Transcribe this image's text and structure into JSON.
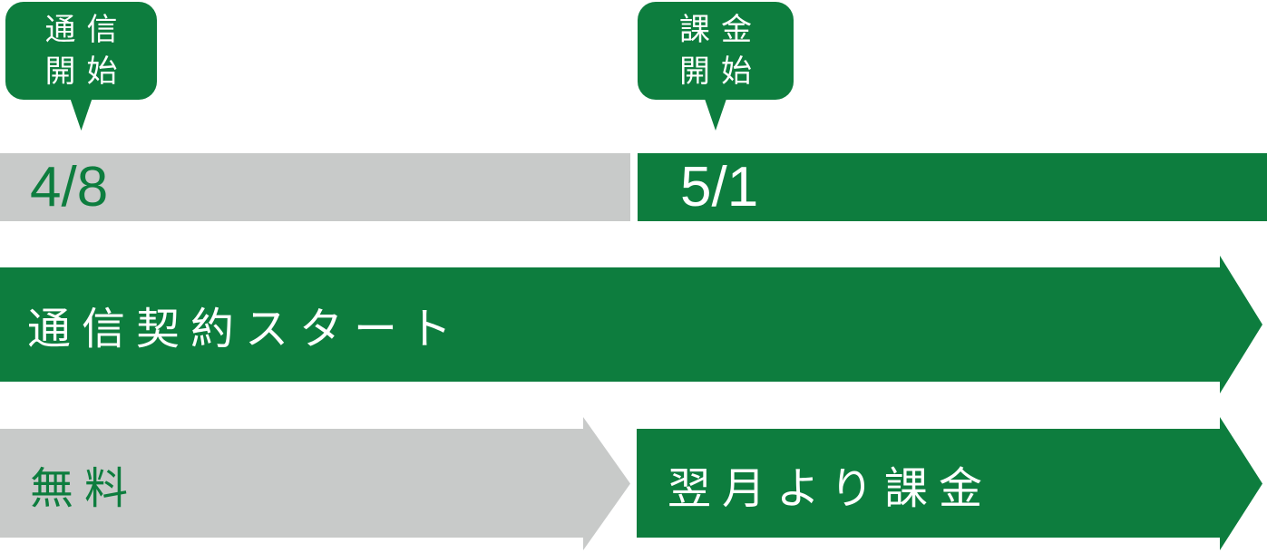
{
  "colors": {
    "green": "#0d7d3e",
    "gray": "#c8cac9",
    "text_on_green": "#ffffff"
  },
  "callouts": [
    {
      "line1": "通信",
      "line2": "開始"
    },
    {
      "line1": "課金",
      "line2": "開始"
    }
  ],
  "date_bar": {
    "free_start_date": "4/8",
    "billing_start_date": "5/1"
  },
  "contract_arrow": {
    "label": "通信契約スタート"
  },
  "fee_row": {
    "free_label": "無料",
    "billing_label": "翌月より課金"
  }
}
